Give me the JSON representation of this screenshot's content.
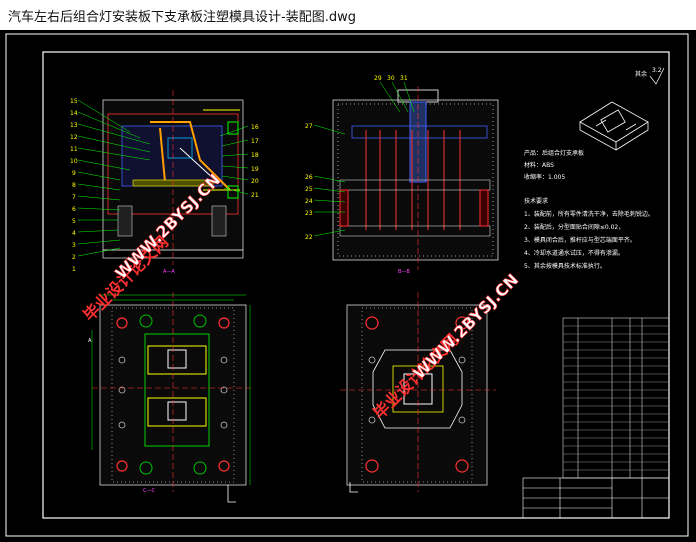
{
  "window": {
    "title": "汽车左右后组合灯安装板下支承板注塑模具设计-装配图.dwg"
  },
  "drawing": {
    "balloons_left": [
      "15",
      "14",
      "13",
      "12",
      "11",
      "10",
      "9",
      "8",
      "7",
      "6",
      "5",
      "4",
      "3",
      "2",
      "1"
    ],
    "balloons_right": [
      "16",
      "17",
      "18",
      "19",
      "20",
      "21"
    ],
    "balloons_mid_left": [
      "27",
      "26",
      "25",
      "24",
      "23",
      "22"
    ],
    "balloons_top": [
      "29",
      "30",
      "31"
    ],
    "section_a": "A—A",
    "section_b": "B—B",
    "section_c": "C—C",
    "mark_a": "A",
    "surface_note": "其余",
    "roughness": "3.2",
    "product_info": [
      "产品：后组合灯支承板",
      "材料：ABS",
      "收缩率：1.005"
    ],
    "tech_req_title": "技术要求",
    "tech_reqs": [
      "1、装配前，所有零件清洗干净，去除毛刺锐边。",
      "2、装配后，分型面贴合间隙≤0.02，",
      "3、模具闭合后，推杆应与型芯端面平齐。",
      "4、冷却水道通水试压，不得有渗漏。",
      "5、其余按模具技术标准执行。"
    ],
    "watermarks": [
      "毕业设计论文网",
      "WWW.2BYSJ.CN"
    ]
  }
}
